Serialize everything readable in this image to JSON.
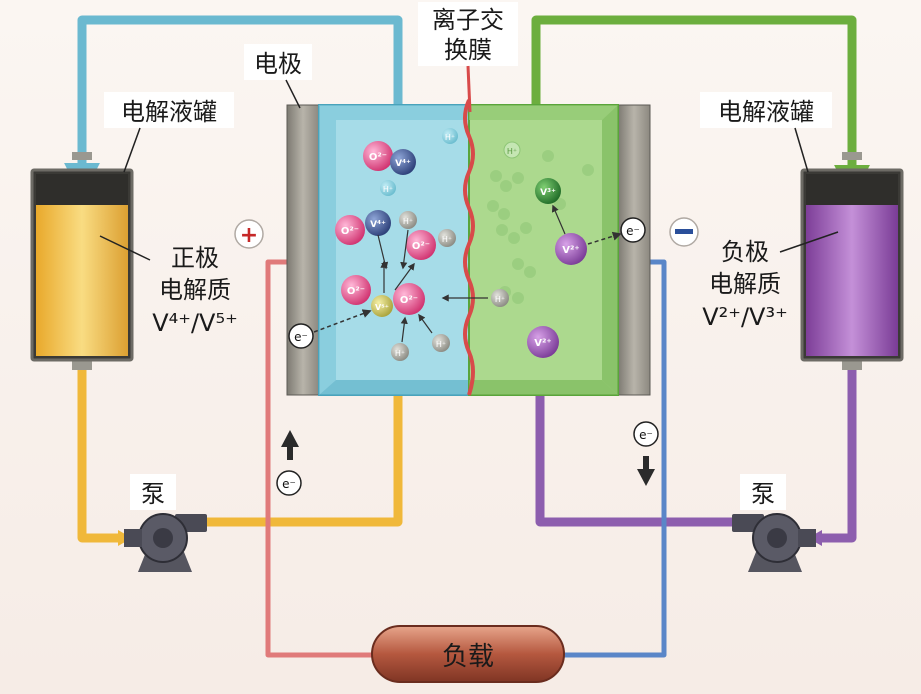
{
  "labels": {
    "membrane_line1": "离子交",
    "membrane_line2": "换膜",
    "electrode": "电极",
    "tank_left": "电解液罐",
    "tank_right": "电解液罐",
    "pos_electrolyte_1": "正极",
    "pos_electrolyte_2": "电解质",
    "pos_ions": "V⁴⁺/V⁵⁺",
    "neg_electrolyte_1": "负极",
    "neg_electrolyte_2": "电解质",
    "neg_ions": "V²⁺/V³⁺",
    "pump_left": "泵",
    "pump_right": "泵",
    "load": "负载"
  },
  "symbols": {
    "plus": "+",
    "minus": "-",
    "electron": "e⁻",
    "o2": "O²⁻",
    "h": "H⁺",
    "v4": "V⁴⁺",
    "v5": "V⁵⁺",
    "v3": "V³⁺",
    "v2": "V²⁺"
  },
  "colors": {
    "pos_tank": "#f2c04a",
    "neg_tank": "#9a5cb0",
    "pos_pipe": "#f0b83a",
    "neg_pipe": "#8d5eae",
    "inlet_left": "#6bb9d0",
    "inlet_right": "#6cae3e",
    "circuit_pos": "#e07a7a",
    "circuit_neg": "#5a86c8",
    "cell_left": "#9fd8e4",
    "cell_right": "#a6d488",
    "membrane": "#d84a4a",
    "load": "#b2543b"
  }
}
